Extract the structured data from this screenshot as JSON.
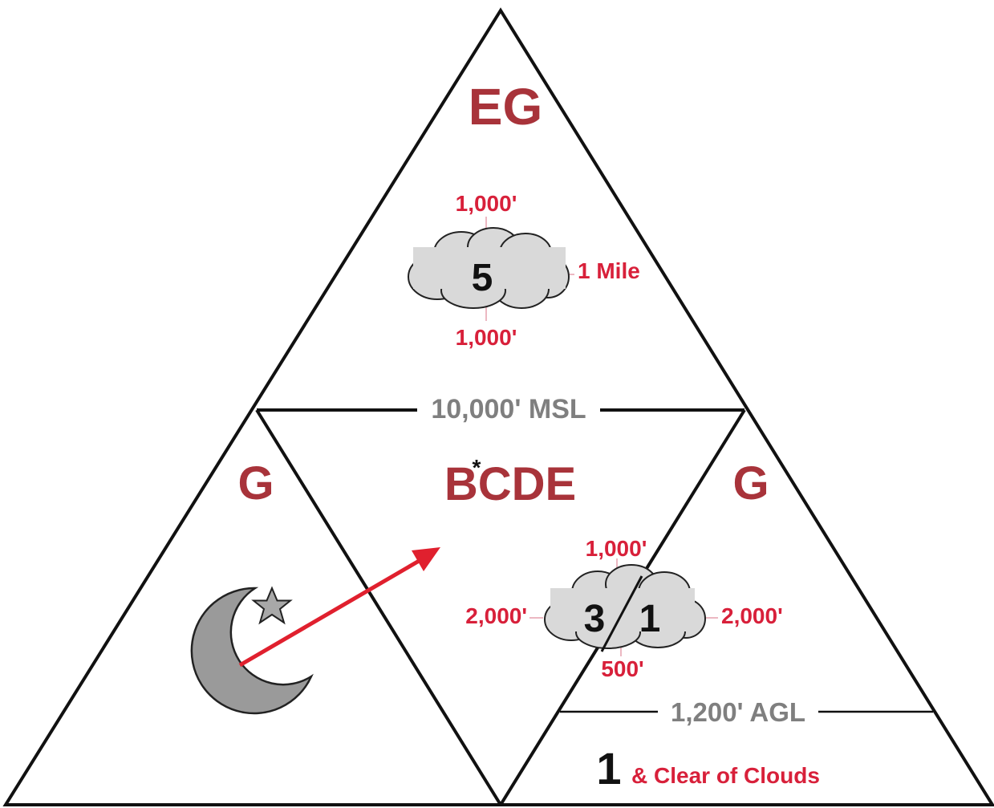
{
  "top_section": {
    "class_label": "EG",
    "cloud": {
      "visibility": "5",
      "above": "1,000'",
      "below": "1,000'",
      "horizontal": "1 Mile"
    }
  },
  "msl_line_label": "10,000' MSL",
  "center_section": {
    "class_label": "BCDE",
    "asterisk": "*"
  },
  "left_section": {
    "class_label": "G",
    "icons": [
      "crescent-moon-icon",
      "star-icon"
    ]
  },
  "right_section": {
    "class_label": "G"
  },
  "lower_cloud": {
    "visibility_left": "3",
    "visibility_right": "1",
    "above": "1,000'",
    "below": "500'",
    "left": "2,000'",
    "right": "2,000'"
  },
  "agl_line_label": "1,200' AGL",
  "bottom_right": {
    "visibility": "1",
    "condition": "& Clear of Clouds"
  },
  "colors": {
    "class_label": "#a8333a",
    "distance_label": "#d8203a",
    "altitude_label": "#7f7f7f",
    "arrow": "#e0202e",
    "cloud_fill": "#d9d9d9"
  }
}
